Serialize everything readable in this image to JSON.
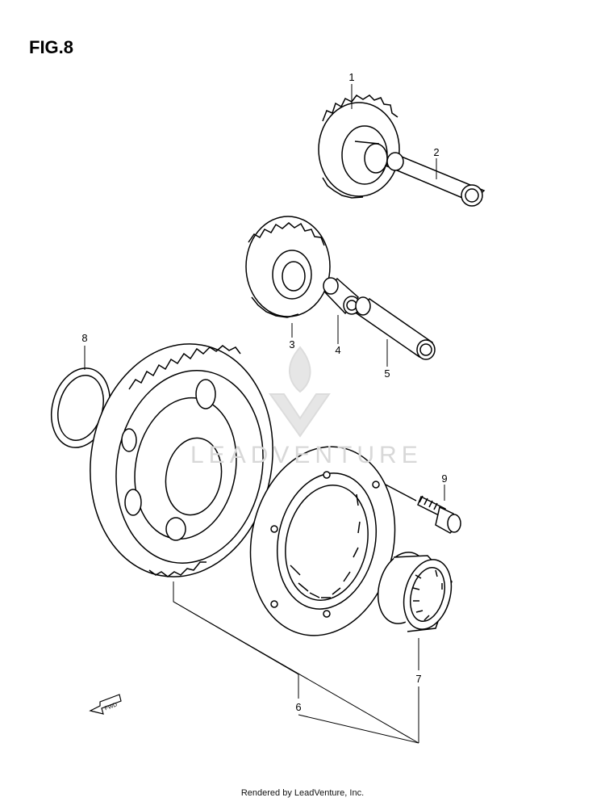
{
  "figure": {
    "title": "FIG.8"
  },
  "callouts": [
    {
      "id": "c1",
      "label": "1"
    },
    {
      "id": "c2",
      "label": "2"
    },
    {
      "id": "c3",
      "label": "3"
    },
    {
      "id": "c4",
      "label": "4"
    },
    {
      "id": "c5",
      "label": "5"
    },
    {
      "id": "c6",
      "label": "6"
    },
    {
      "id": "c7",
      "label": "7"
    },
    {
      "id": "c8",
      "label": "8"
    },
    {
      "id": "c9",
      "label": "9"
    }
  ],
  "fwd_label": "FWD",
  "watermark": "LEADVENTURE",
  "footer": "Rendered by LeadVenture, Inc.",
  "colors": {
    "line": "#000000",
    "watermark": "#d8d8d8"
  }
}
